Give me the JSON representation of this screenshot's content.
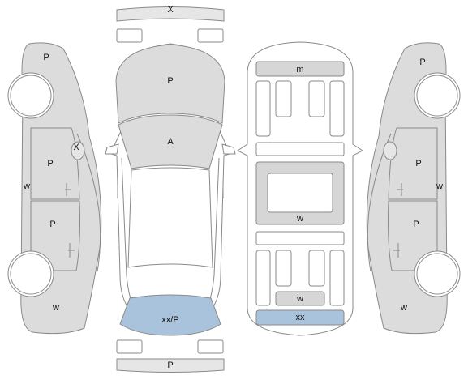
{
  "colors": {
    "panel": "#dcdcdc",
    "damaged": "#a9c3dd",
    "outline": "#8a8a8a"
  },
  "labels": {
    "front_bumper_top": "X",
    "hood": "P",
    "windshield": "A",
    "rear_window": "xx/P",
    "rear_bumper_bottom": "P",
    "roof_front_console": "m",
    "roof_center": "w",
    "roof_rear_box": "w",
    "roof_rear_bar": "xx",
    "left_front_fender": "P",
    "left_mirror": "X",
    "left_front_door": "P",
    "left_rear_door": "P",
    "left_rocker": "w",
    "left_rear_quarter": "w",
    "right_front_fender": "P",
    "right_front_door": "P",
    "right_rear_door": "P",
    "right_rocker": "w",
    "right_rear_quarter": "w"
  }
}
